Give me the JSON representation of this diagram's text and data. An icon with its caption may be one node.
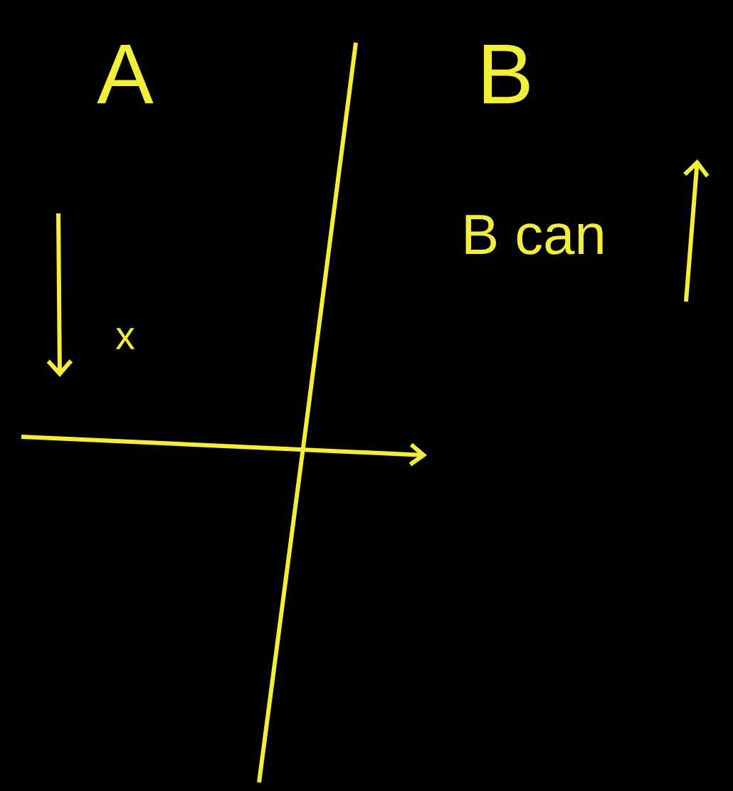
{
  "diagram": {
    "labels": [
      "A",
      "B",
      "B can",
      "x"
    ]
  }
}
